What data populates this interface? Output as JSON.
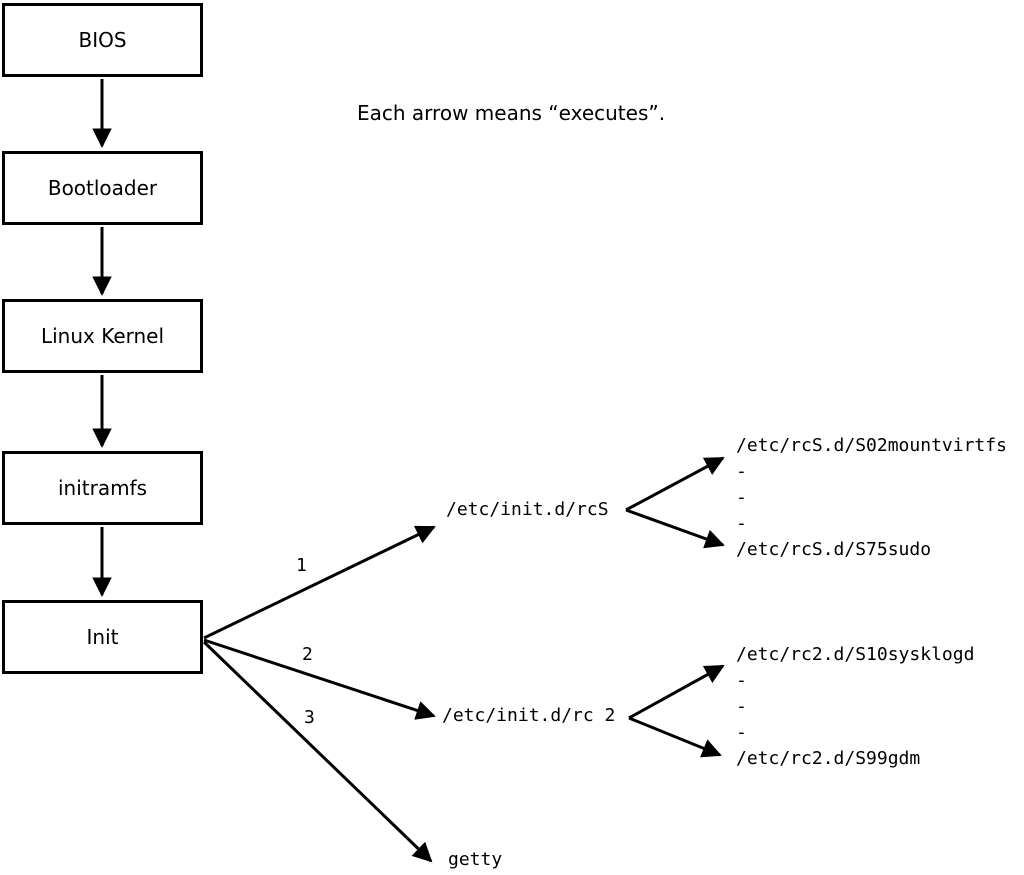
{
  "note": "Each arrow means “executes”.",
  "colors": {
    "line": "#000000",
    "background": "#ffffff",
    "text": "#000000"
  },
  "chain": {
    "boxes": [
      {
        "label": "BIOS"
      },
      {
        "label": "Bootloader"
      },
      {
        "label": "Linux Kernel"
      },
      {
        "label": "initramfs"
      },
      {
        "label": "Init"
      }
    ]
  },
  "branches": [
    {
      "number": "1",
      "target": "/etc/init.d/rcS",
      "children": [
        "/etc/rcS.d/S02mountvirtfs",
        "-",
        "-",
        "-",
        "/etc/rcS.d/S75sudo"
      ]
    },
    {
      "number": "2",
      "target": "/etc/init.d/rc 2",
      "children": [
        "/etc/rc2.d/S10sysklogd",
        "-",
        "-",
        "-",
        "/etc/rc2.d/S99gdm"
      ]
    },
    {
      "number": "3",
      "target": "getty",
      "children": []
    }
  ]
}
